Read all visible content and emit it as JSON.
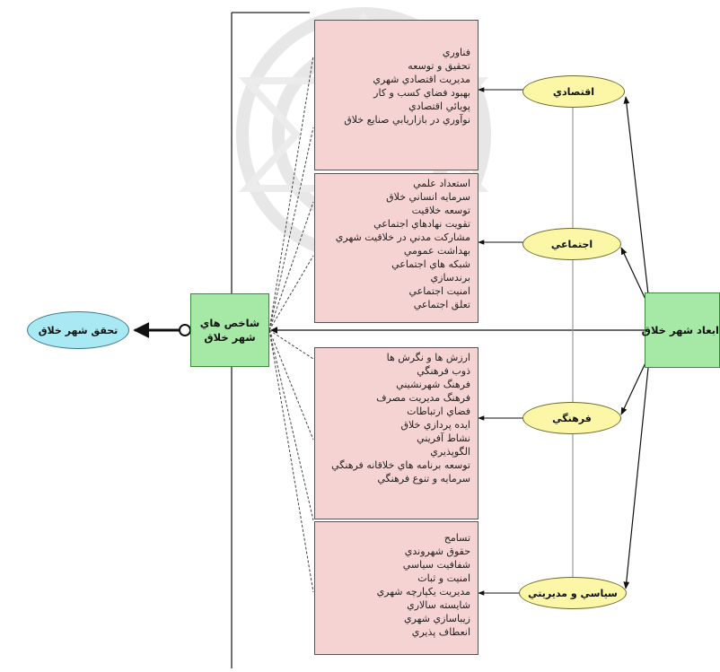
{
  "outcome": {
    "label": "تحقق شهر خلاق"
  },
  "indicators": {
    "line1": "شاخص هاي",
    "line2": "شهر خلاق"
  },
  "dimensions_root": {
    "label": "ابعاد شهر خلاق"
  },
  "dimensions": [
    {
      "label": "اقتصادي"
    },
    {
      "label": "اجتماعي"
    },
    {
      "label": "فرهنگي"
    },
    {
      "label": "سياسي و مديريتي"
    }
  ],
  "groups": [
    {
      "items": [
        "فناوري",
        "تحقيق و توسعه",
        "مديريت اقتصادي شهري",
        "بهبود فضاي كسب و كار",
        "پويائي اقتصادي",
        "نوآوري در بازاريابي صنايع خلاق"
      ]
    },
    {
      "items": [
        "استعداد علمي",
        "سرمايه انساني خلاق",
        "توسعه خلاقيت",
        "تقويت نهادهاي اجتماعي",
        "مشاركت مدني در خلاقيت شهري",
        "بهداشت عمومي",
        "شبكه هاي اجتماعي",
        "برندسازي",
        "امنيت اجتماعي",
        "تعلق اجتماعي"
      ]
    },
    {
      "items": [
        "ارزش ها و نگرش ها",
        "ذوب فرهنگي",
        "فرهنگ شهرنشيني",
        "فرهنگ مديريت مصرف",
        "فضاي ارتباطات",
        "ايده پردازي خلاق",
        "نشاط آفريني",
        "الگوپذيري",
        "توسعه برنامه هاي خلاقانه فرهنگي",
        "سرمايه و تنوع فرهنگي"
      ]
    },
    {
      "items": [
        "تسامح",
        "حقوق شهروندي",
        "شفافيت سياسي",
        "امنيت و ثبات",
        "مديريت يكپارچه شهري",
        "شايسته سالاري",
        "زيباسازي شهري",
        "انعطاف پذيري"
      ]
    }
  ],
  "colors": {
    "group_fill": "#f6d3d3",
    "indicator_fill": "#a6e9a6",
    "dimension_fill": "#fbf7a6",
    "outcome_fill": "#a9e9f4"
  }
}
